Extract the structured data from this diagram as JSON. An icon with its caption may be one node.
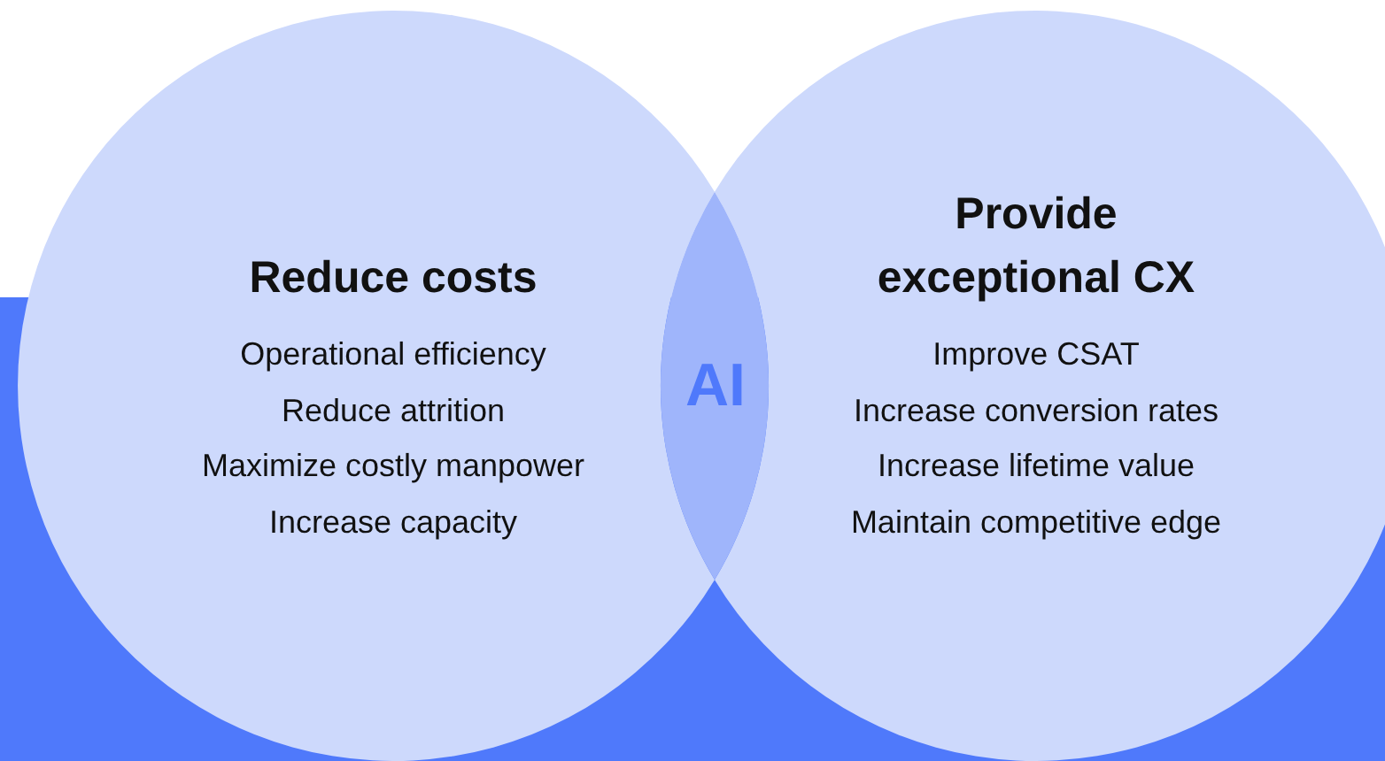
{
  "diagram": {
    "nodes": [
      {
        "text": [
          "Reduce costs",
          "Operational efficiency",
          "Reduce attrition",
          "Maximize costly manpower",
          "Increase capacity"
        ]
      },
      {
        "text": [
          "Provide exceptional CX",
          "Improve CSAT",
          "Increase conversion rates",
          "Increase lifetime value",
          "Maintain competitive edge"
        ]
      },
      {
        "text": [
          "AI"
        ]
      }
    ],
    "edges": []
  }
}
